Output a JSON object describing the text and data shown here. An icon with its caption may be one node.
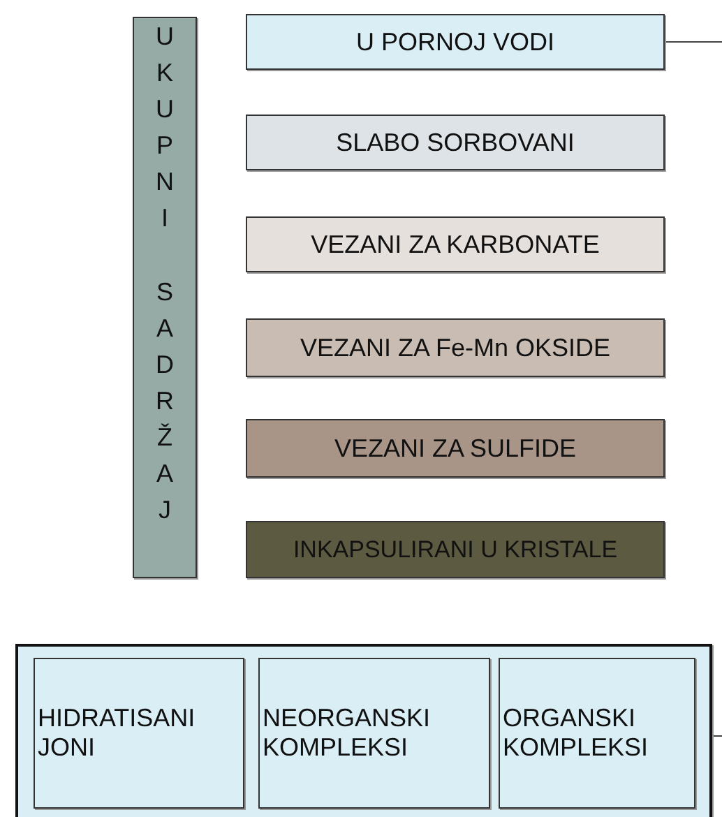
{
  "diagram": {
    "nodes": [
      {
        "text": [
          "UKUPNI SADRŽAJ"
        ]
      },
      {
        "text": [
          "U PORNOJ VODI"
        ]
      },
      {
        "text": [
          "SLABO SORBOVANI"
        ]
      },
      {
        "text": [
          "VEZANI ZA KARBONATE"
        ]
      },
      {
        "text": [
          "VEZANI ZA Fe-Mn OKSIDE"
        ]
      },
      {
        "text": [
          "VEZANI ZA SULFIDE"
        ]
      },
      {
        "text": [
          "INKAPSULIRANI U KRISTALE"
        ]
      },
      {
        "text": [],
        "shape": "box"
      },
      {
        "text": [
          "HIDRATISANI JONI"
        ],
        "in": 7
      },
      {
        "text": [
          "NEORGANSKI KOMPLEKSI"
        ],
        "in": 7
      },
      {
        "text": [
          "ORGANSKI KOMPLEKSI"
        ],
        "in": 7
      }
    ],
    "edges": [
      {
        "from": 1,
        "to": null,
        "arrow": "none"
      },
      {
        "from": 7,
        "to": null,
        "arrow": "none"
      }
    ]
  }
}
